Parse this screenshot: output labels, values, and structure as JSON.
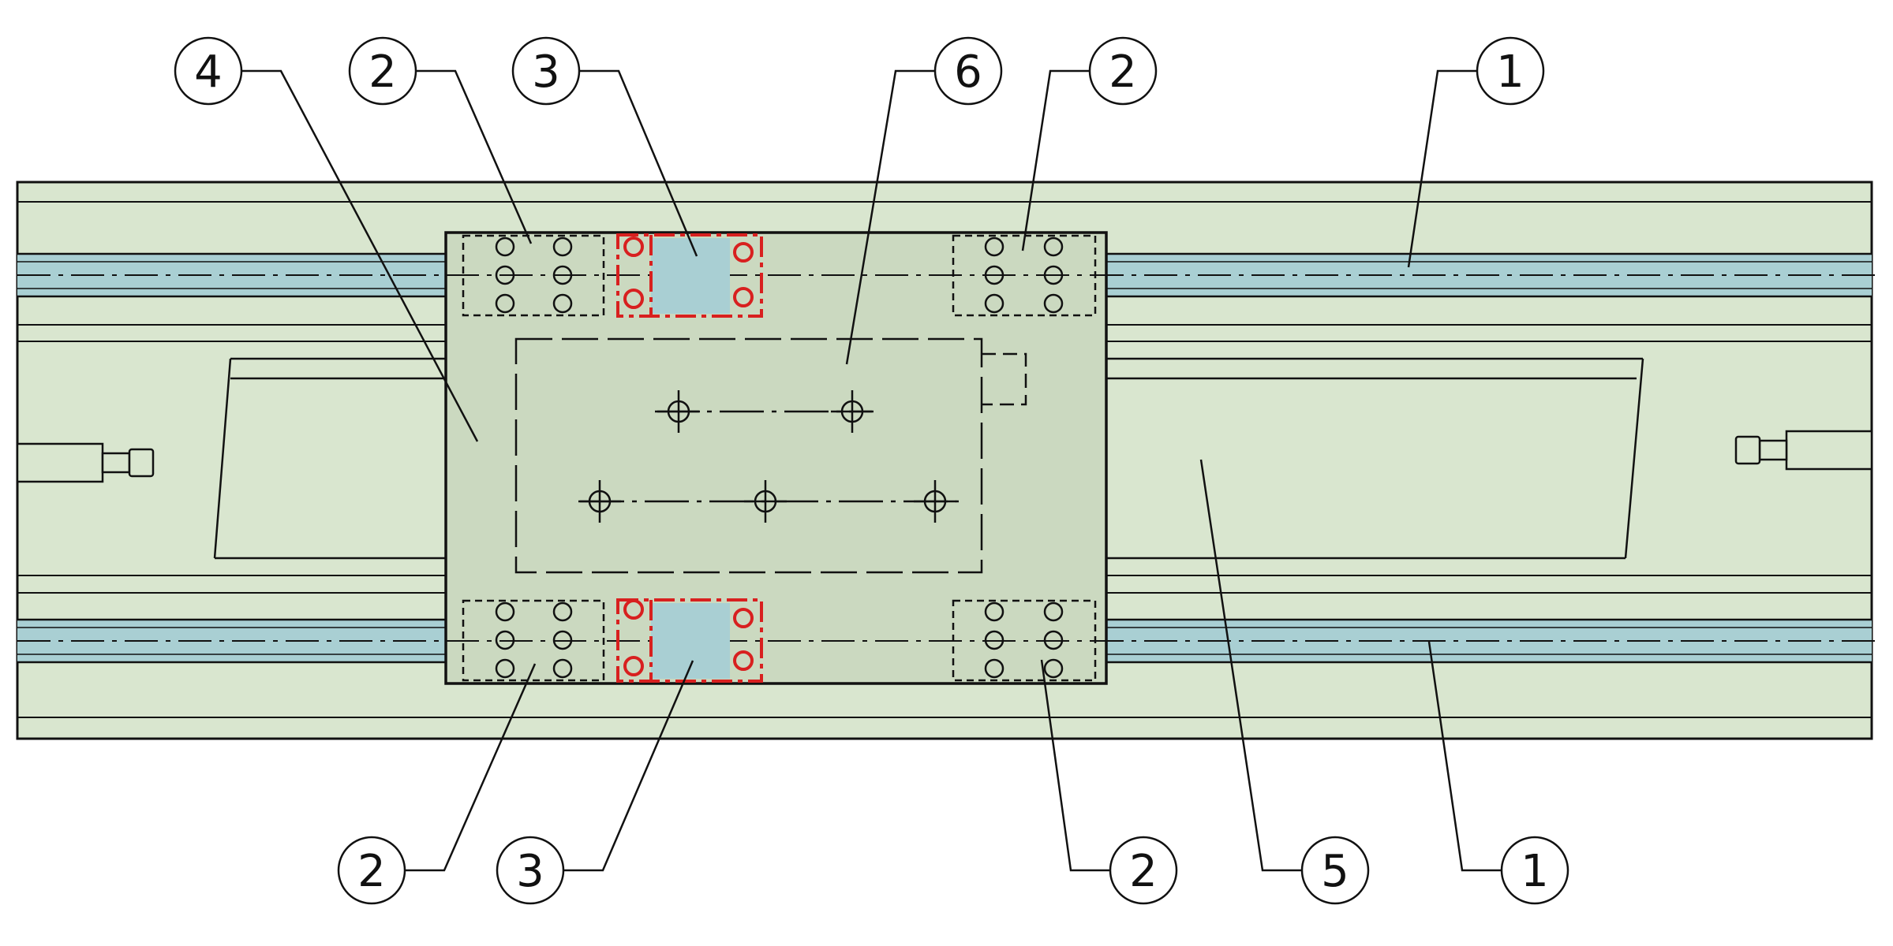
{
  "colors": {
    "background": "#ffffff",
    "base": "#d9e6cf",
    "carriage": "#cbd9c0",
    "rail": "#a9cfd3",
    "line": "#111111",
    "highlight": "#d8201f"
  },
  "callouts": [
    {
      "id": "c-4-top",
      "label": "4"
    },
    {
      "id": "c-2-top-left",
      "label": "2"
    },
    {
      "id": "c-3-top",
      "label": "3"
    },
    {
      "id": "c-6-top",
      "label": "6"
    },
    {
      "id": "c-2-top-right",
      "label": "2"
    },
    {
      "id": "c-1-top",
      "label": "1"
    },
    {
      "id": "c-2-bottom-left",
      "label": "2"
    },
    {
      "id": "c-3-bottom",
      "label": "3"
    },
    {
      "id": "c-2-bottom-right",
      "label": "2"
    },
    {
      "id": "c-5-bottom",
      "label": "5"
    },
    {
      "id": "c-1-bottom",
      "label": "1"
    }
  ]
}
